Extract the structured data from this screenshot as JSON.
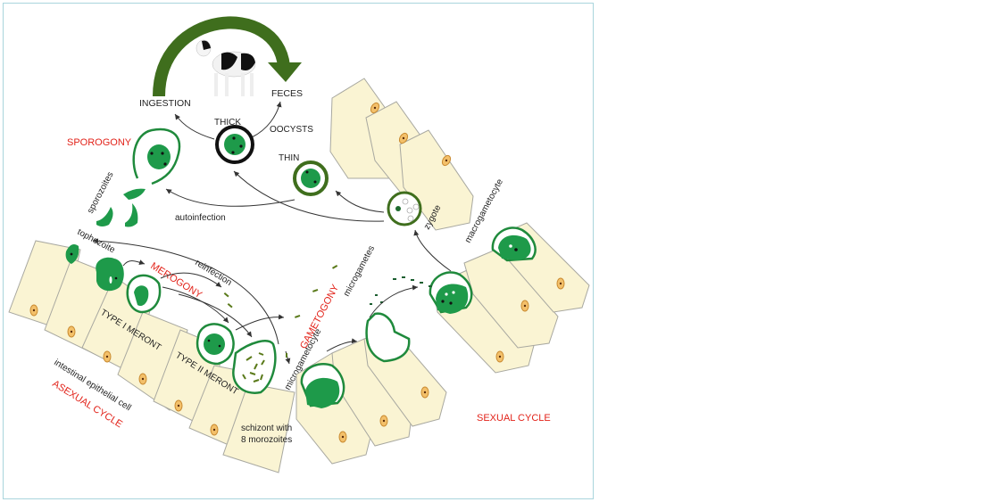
{
  "diagram": {
    "title": "Cryptosporidium life cycle in cattle",
    "host": {
      "icon": "calf-icon",
      "cycle_arrow": "green curved arrow"
    },
    "labels": {
      "ingestion": "INGESTION",
      "feces": "FECES",
      "thick": "THICK",
      "oocysts": "OOCYSTS",
      "thin": "THIN",
      "sporogony": "SPOROGONY",
      "sporozoites": "sporozoites",
      "autoinfection": "autoinfection",
      "trophozoite": "tophozoite",
      "reinfection": "reinfection",
      "merogony": "MEROGONY",
      "type1_meront": "TYPE I MERONT",
      "type2_meront": "TYPE II MERONT",
      "intestinal_cell": "intestinal epithelial cell",
      "asexual_cycle": "ASEXUAL CYCLE",
      "schizont_line1": "schizont with",
      "schizont_line2": "8 morozoites",
      "gametogony": "GAMETOGONY",
      "microgametocyte": "microgametocyte",
      "microgametes": "microgametes",
      "zygote": "zygote",
      "macrogametocyte": "macrogametocyte",
      "sexual_cycle": "SEXUAL CYCLE"
    },
    "colors": {
      "stage_label_red": "#e2231a",
      "parasite_green": "#1e9a4a",
      "arrow_green": "#3f6e1d",
      "cell_fill": "#faf4d3",
      "nucleus": "#f3c06a",
      "frame_border": "#a9d5dc"
    }
  }
}
